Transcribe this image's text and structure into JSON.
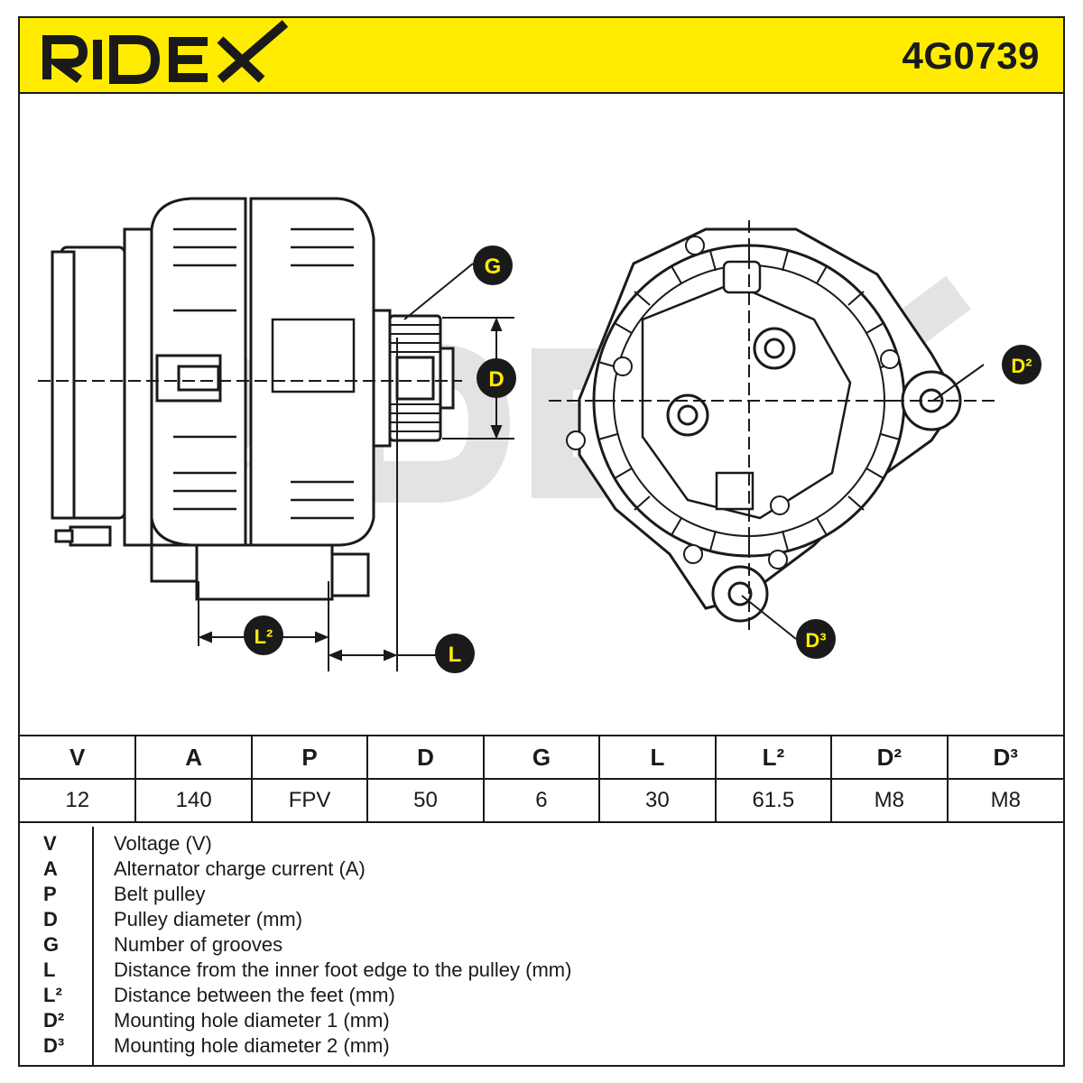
{
  "header": {
    "brand": "RIDEX",
    "part_number": "4G0739",
    "brand_color": "#ffec00"
  },
  "drawing": {
    "watermark": "RIDEX",
    "callouts": [
      "G",
      "D",
      "L²",
      "L",
      "D²",
      "D³"
    ]
  },
  "specs": {
    "headers": [
      "V",
      "A",
      "P",
      "D",
      "G",
      "L",
      "L²",
      "D²",
      "D³"
    ],
    "values": [
      "12",
      "140",
      "FPV",
      "50",
      "6",
      "30",
      "61.5",
      "M8",
      "M8"
    ]
  },
  "legend": [
    {
      "key": "V",
      "text": "Voltage (V)"
    },
    {
      "key": "A",
      "text": "Alternator charge current (A)"
    },
    {
      "key": "P",
      "text": "Belt pulley"
    },
    {
      "key": "D",
      "text": "Pulley diameter (mm)"
    },
    {
      "key": "G",
      "text": "Number of grooves"
    },
    {
      "key": "L",
      "text": "Distance from the inner foot edge to the pulley (mm)"
    },
    {
      "key": "L²",
      "text": "Distance between the feet (mm)"
    },
    {
      "key": "D²",
      "text": "Mounting hole diameter 1 (mm)"
    },
    {
      "key": "D³",
      "text": "Mounting hole diameter 2 (mm)"
    }
  ]
}
